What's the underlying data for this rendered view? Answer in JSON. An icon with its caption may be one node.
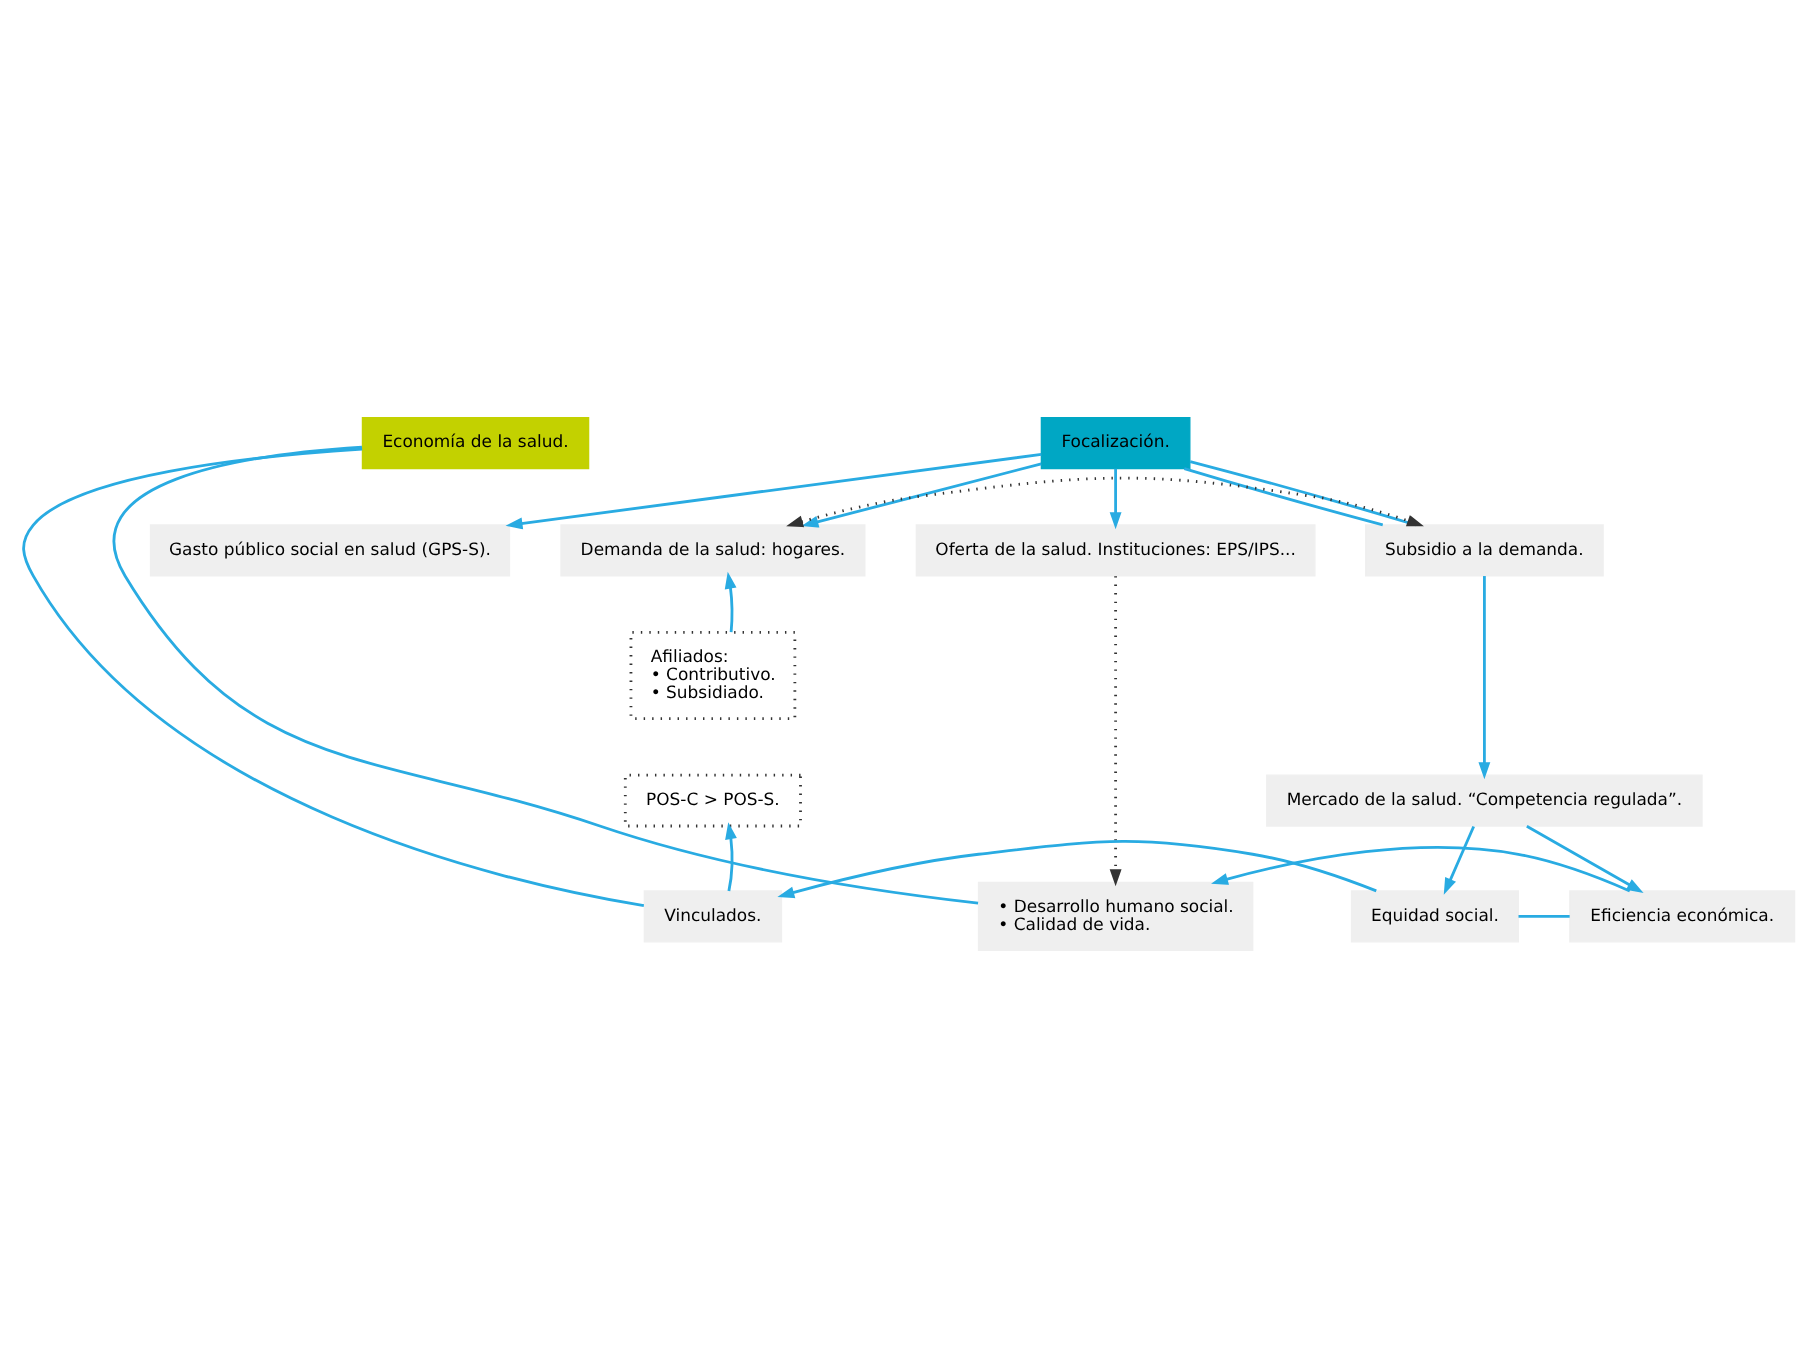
{
  "diagram": {
    "nodes": [
      {
        "text": [
          "Economía de la salud."
        ]
      },
      {
        "text": [
          "Focalización."
        ]
      },
      {
        "text": [
          "Gasto público social en salud (GPS-S)."
        ]
      },
      {
        "text": [
          "Demanda de la salud: hogares."
        ]
      },
      {
        "text": [
          "Oferta de la salud. Instituciones: EPS/IPS..."
        ]
      },
      {
        "text": [
          "Subsidio a la demanda."
        ]
      },
      {
        "text": [
          "Afiliados:",
          "• Contributivo.",
          "• Subsidiado."
        ]
      },
      {
        "text": [
          "POS-C > POS-S."
        ]
      },
      {
        "text": [
          "Mercado de la salud. “Competencia regulada”."
        ]
      },
      {
        "text": [
          "Equidad social."
        ]
      },
      {
        "text": [
          "Eficiencia económica."
        ]
      },
      {
        "text": [
          "Vinculados."
        ]
      },
      {
        "text": [
          "• Desarrollo humano social.",
          "• Calidad de vida."
        ]
      }
    ],
    "edges": [
      {
        "from": 0,
        "to": 11,
        "arrow": "none"
      },
      {
        "from": 0,
        "to": 12,
        "arrow": "none"
      },
      {
        "from": 1,
        "to": 3,
        "arrow": "to"
      },
      {
        "from": 1,
        "to": 2,
        "arrow": "to"
      },
      {
        "from": 1,
        "to": 4,
        "arrow": "to"
      },
      {
        "from": 1,
        "to": 5,
        "arrow": "none"
      },
      {
        "from": 1,
        "to": 5,
        "arrow": "none"
      },
      {
        "from": 3,
        "to": 5,
        "arrow": "both",
        "style": "dashed",
        "color": "#333333"
      },
      {
        "from": 4,
        "to": 12,
        "arrow": "to",
        "style": "dashed",
        "color": "#333333"
      },
      {
        "from": 5,
        "to": 8,
        "arrow": "to"
      },
      {
        "from": 8,
        "to": 9,
        "arrow": "to"
      },
      {
        "from": 8,
        "to": 10,
        "arrow": "to"
      },
      {
        "from": 9,
        "to": 10,
        "arrow": "none"
      },
      {
        "from": 10,
        "to": 12,
        "arrow": "to"
      },
      {
        "from": 9,
        "to": 11,
        "arrow": "to"
      },
      {
        "from": 11,
        "to": 7,
        "arrow": "to"
      },
      {
        "from": 6,
        "to": 3,
        "arrow": "to"
      }
    ]
  }
}
